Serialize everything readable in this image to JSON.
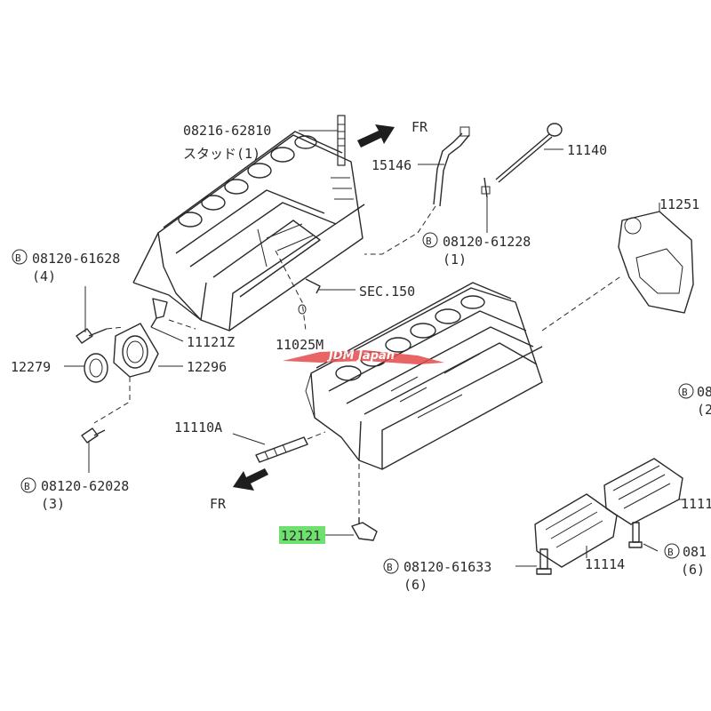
{
  "labels": {
    "stud_top_no": "08216-62810",
    "stud_top_jp": "スタッド(1)",
    "fr_top": "FR",
    "fr_bottom": "FR",
    "dipstick": "11140",
    "dipstick_guide": "15146",
    "bolt_guide_no": "08120-61228",
    "bolt_guide_qty": "(1)",
    "plate_rear": "11251",
    "bolt_left_no": "08120-61628",
    "bolt_left_qty": "(4)",
    "sec150": "SEC.150",
    "pin_11121z": "11121Z",
    "nozzle_11025m": "11025M",
    "seal_12279": "12279",
    "retainer_12296": "12296",
    "stud_11110a": "11110A",
    "bolt_low_left_no": "08120-62028",
    "bolt_low_left_qty": "(3)",
    "sensor_12121": "12121",
    "bolt_bottom_no": "08120-61633",
    "bolt_bottom_qty": "(6)",
    "cover_11114": "11114",
    "cover_right_trunc": "1111",
    "bolt_right_trunc_no": "081",
    "bolt_right_trunc_qty": "(6)",
    "bolt_mid_right_trunc_no": "08",
    "bolt_mid_right_trunc_qty": "(2",
    "bolt_symbol": "B",
    "watermark": "JDM Japan"
  },
  "colors": {
    "ink": "#2a2a2a",
    "highlight": "#6ee06e",
    "watermark": "#e64b4b"
  }
}
